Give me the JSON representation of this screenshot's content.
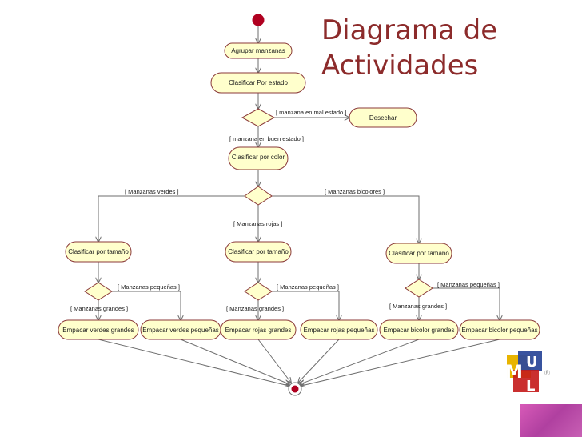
{
  "slide": {
    "title_line1": "Diagrama de",
    "title_line2": "Actividades"
  },
  "nodes": {
    "agrupar": "Agrupar manzanas",
    "clasificar_estado": "Clasificar Por estado",
    "desechar": "Desechar",
    "clasificar_color": "Clasificar por color",
    "tamano_verde": "Clasificar por tamaño",
    "tamano_roja": "Clasificar por tamaño",
    "tamano_bicolor": "Clasificar por tamaño",
    "verde_grande": "Empacar verdes grandes",
    "verde_pequena": "Empacar verdes pequeñas",
    "roja_grande": "Empacar rojas  grandes",
    "roja_pequena": "Empacar rojas pequeñas",
    "bicolor_grande": "Empacar bicolor grandes",
    "bicolor_pequena": "Empacar bicolor pequeñas"
  },
  "guards": {
    "mal_estado": "[ manzana en mal estado ]",
    "buen_estado": "[ manzana en buen estado ]",
    "verdes": "[ Manzanas verdes ]",
    "rojas": "[ Manzanas rojas ]",
    "bicolores": "[ Manzanas bicolores ]",
    "pequenas_verde": "[ Manzanas pequeñas ]",
    "grandes_verde": "[ Manzanas grandes ]",
    "pequenas_roja": "[ Manzanas pequeñas ]",
    "grandes_roja": "[ Manzanas grandes ]",
    "pequenas_bicolor": "[ Manzanas pequeñas ]",
    "grandes_bicolor": "[ Manzanas grandes ]"
  },
  "logo": {
    "letters": [
      "U",
      "M",
      "L"
    ],
    "registered": "®"
  },
  "colors": {
    "node_fill": "#ffffcc",
    "node_stroke": "#8b3a3a",
    "line": "#6e6e6e",
    "title": "#8c2b2b",
    "start_node": "#b00020"
  }
}
